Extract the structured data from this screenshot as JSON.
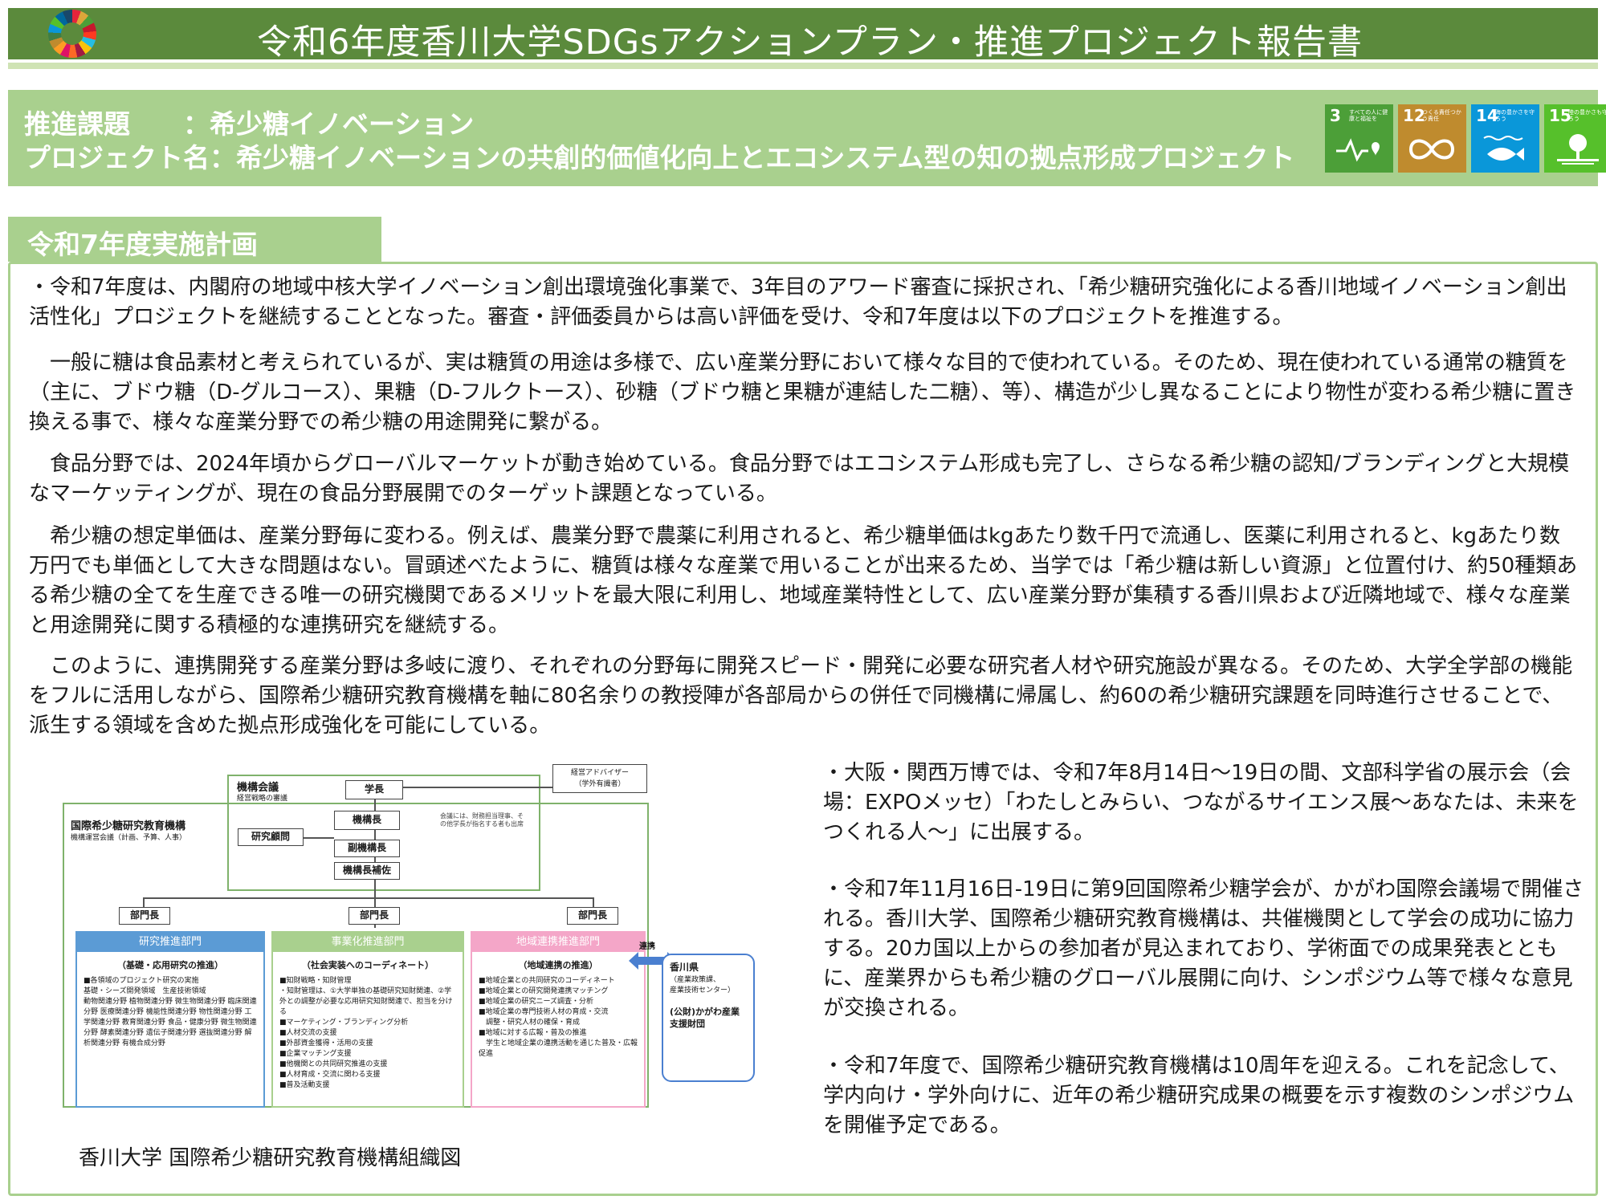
{
  "header": {
    "title": "令和6年度香川大学SDGsアクションプラン・推進プロジェクト報告書",
    "logo_icon": "sdgs-wheel-icon"
  },
  "project": {
    "theme_label": "推進課題　　：",
    "theme_value": "希少糖イノベーション",
    "name_label": "プロジェクト名：",
    "name_value": "希少糖イノベーションの共創的価値化向上とエコシステム型の知の拠点形成プロジェクト",
    "goals": [
      {
        "num": "3",
        "caption": "すべての人に健康と福祉を",
        "color": "#4c9f38",
        "icon": "heartbeat-icon"
      },
      {
        "num": "12",
        "caption": "つくる責任つかう責任",
        "color": "#bf8b2e",
        "icon": "infinity-icon"
      },
      {
        "num": "14",
        "caption": "海の豊かさを守ろう",
        "color": "#0a97d9",
        "icon": "fish-icon"
      },
      {
        "num": "15",
        "caption": "陸の豊かさも守ろう",
        "color": "#56c02b",
        "icon": "tree-icon"
      }
    ]
  },
  "section": {
    "title": "令和7年度実施計画"
  },
  "paragraphs": [
    "・令和7年度は、内閣府の地域中核大学イノベーション創出環境強化事業で、3年目のアワード審査に採択され、「希少糖研究強化による香川地域イノベーション創出活性化」プロジェクトを継続することとなった。審査・評価委員からは高い評価を受け、令和7年度は以下のプロジェクトを推進する。",
    "一般に糖は食品素材と考えられているが、実は糖質の用途は多様で、広い産業分野において様々な目的で使われている。そのため、現在使われている通常の糖質を（主に、ブドウ糖（D-グルコース）、果糖（D-フルクトース）、砂糖（ブドウ糖と果糖が連結した二糖）、等）、構造が少し異なることにより物性が変わる希少糖に置き換える事で、様々な産業分野での希少糖の用途開発に繋がる。",
    "食品分野では、2024年頃からグローバルマーケットが動き始めている。食品分野ではエコシステム形成も完了し、さらなる希少糖の認知/ブランディングと大規模なマーケッティングが、現在の食品分野展開でのターゲット課題となっている。",
    "希少糖の想定単価は、産業分野毎に変わる。例えば、農業分野で農薬に利用されると、希少糖単価はkgあたり数千円で流通し、医薬に利用されると、kgあたり数万円でも単価として大きな問題はない。冒頭述べたように、糖質は様々な産業で用いることが出来るため、当学では「希少糖は新しい資源」と位置付け、約50種類ある希少糖の全てを生産できる唯一の研究機関であるメリットを最大限に利用し、地域産業特性として、広い産業分野が集積する香川県および近隣地域で、様々な産業と用途開発に関する積極的な連携研究を継続する。",
    "このように、連携開発する産業分野は多岐に渡り、それぞれの分野毎に開発スピード・開発に必要な研究者人材や研究施設が異なる。そのため、大学全学部の機能をフルに活用しながら、国際希少糖研究教育機構を軸に80名余りの教授陣が各部局からの併任で同機構に帰属し、約60の希少糖研究課題を同時進行させることで、派生する領域を含めた拠点形成強化を可能にしている。"
  ],
  "right_items": [
    "・大阪・関西万博では、令和7年8月14日～19日の間、文部科学省の展示会（会場：EXPOメッセ）「わたしとみらい、つながるサイエンス展～あなたは、未来をつくれる人～」に出展する。",
    "・令和7年11月16日-19日に第9回国際希少糖学会が、かがわ国際会議場で開催される。香川大学、国際希少糖研究教育機構は、共催機関として学会の成功に協力する。20カ国以上からの参加者が見込まれており、学術面での成果発表とともに、産業界からも希少糖のグローバル展開に向け、シンポジウム等で様々な意見が交換される。",
    "・令和7年度で、国際希少糖研究教育機構は10周年を迎える。これを記念して、学内向け・学外向けに、近年の希少糖研究成果の概要を示す複数のシンポジウムを開催予定である。"
  ],
  "org_chart": {
    "caption": "香川大学 国際希少糖研究教育機構組織図",
    "kiko_kaigi": "機構会議",
    "kiko_kaigi_sub": "経営戦略の審議",
    "gakucho": "学長",
    "advisor": "経営アドバイザー",
    "advisor_sub": "（学外有識者）",
    "kikocho": "機構長",
    "note": "会議には、財務担当理事、その他学長が指名する者も出席",
    "org_name": "国際希少糖研究教育機構",
    "org_sub": "機構運営会議（計画、予算、人事）",
    "komon": "研究顧問",
    "fuku": "副機構長",
    "hosa": "機構長補佐",
    "buchou": "部門長",
    "renkei": "連携",
    "departments": [
      {
        "name": "研究推進部門",
        "sub": "（基礎・応用研究の推進）",
        "color": "#5b9bd5",
        "items": [
          "■各領域のプロジェクト研究の実施",
          "基礎・シーズ開発領域　生産技術領域",
          "動物関連分野 植物関連分野 微生物関連分野 臨床関連分野 医療関連分野 機能性関連分野 物性関連分野 工学関連分野 教育関連分野 食品・健康分野 微生物関連分野 酵素関連分野 遺伝子関連分野 選抜関連分野 解析関連分野 有機合成分野"
        ]
      },
      {
        "name": "事業化推進部門",
        "sub": "（社会実装へのコーディネート）",
        "color": "#a9d08e",
        "items": [
          "■知財戦略・知財管理",
          "・知財管理は、①大学単独の基礎研究知財関連、②学外との調整が必要な応用研究知財関連で、担当を分ける",
          "■マーケティング・ブランディング分析",
          "■人材交流の支援",
          "■外部資金獲得・活用の支援",
          "■企業マッチング支援",
          "■他機関との共同研究推進の支援",
          "■人材育成・交流に関わる支援",
          "■普及活動支援"
        ]
      },
      {
        "name": "地域連携推進部門",
        "sub": "（地域連携の推進）",
        "color": "#f4a6c8",
        "items": [
          "■地域企業との共同研究のコーディネート",
          "■地域企業との研究開発連携マッチング",
          "■地域企業の研究ニーズ調査・分析",
          "■地域企業の専門技術人材の育成・交流",
          "　調整・研究人材の確保・育成",
          "■地域に対する広報・普及の推進",
          "　学生と地域企業の連携活動を通じた普及・広報促進"
        ]
      }
    ],
    "kagawa": "香川県",
    "kagawa_sub1": "（産業政策課、",
    "kagawa_sub2": "産業技術センター）",
    "zaidan": "(公財)かがわ産業支援財団"
  }
}
